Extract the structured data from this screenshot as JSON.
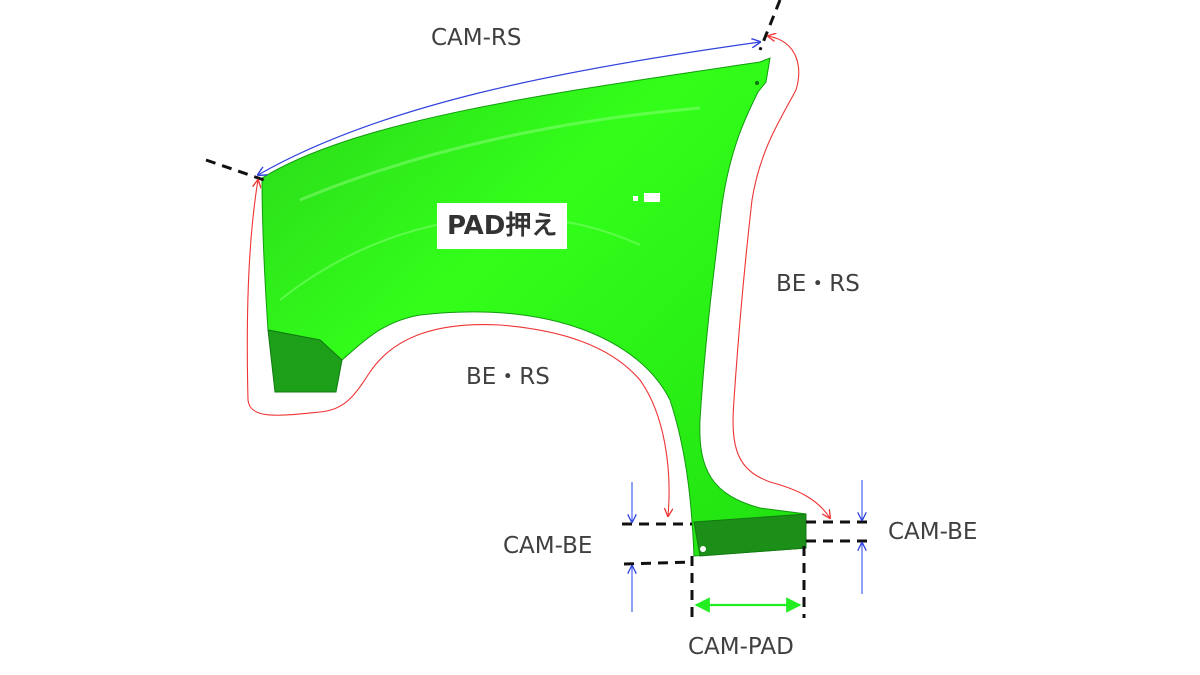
{
  "labels": {
    "cam_rs": "CAM-RS",
    "pad": "PAD押え",
    "be_rs_right": "BE・RS",
    "be_rs_arch": "BE・RS",
    "cam_be_left": "CAM-BE",
    "cam_be_right": "CAM-BE",
    "cam_pad": "CAM-PAD"
  },
  "colors": {
    "part_main": "#22e000",
    "part_dark": "#1a9c16",
    "cam_rs_line": "#3344dd",
    "be_rs_line": "#ee3333",
    "cam_be_line": "#3355ee",
    "cam_pad_line": "#22ee22",
    "dashed_line": "#111111",
    "text": "#404040"
  }
}
